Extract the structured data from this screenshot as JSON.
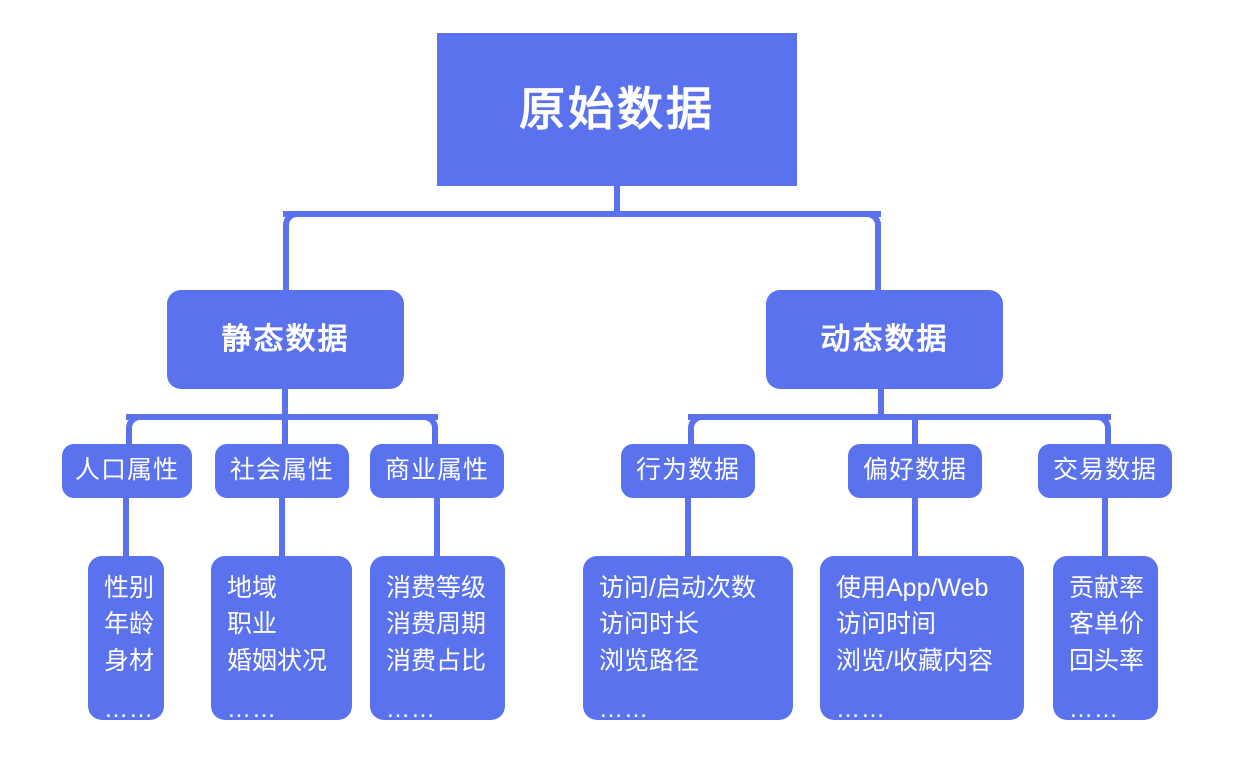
{
  "diagram": {
    "title": "原始数据",
    "accent_color": "#5a72ee",
    "text_color": "#ffffff",
    "background_color": "#ffffff",
    "root": {
      "label": "原始数据"
    },
    "branches": [
      {
        "label": "静态数据",
        "children": [
          {
            "label": "人口属性",
            "items": [
              "性别",
              "年龄",
              "身材"
            ],
            "ellipsis": "……"
          },
          {
            "label": "社会属性",
            "items": [
              "地域",
              "职业",
              "婚姻状况"
            ],
            "ellipsis": "……"
          },
          {
            "label": "商业属性",
            "items": [
              "消费等级",
              "消费周期",
              "消费占比"
            ],
            "ellipsis": "……"
          }
        ]
      },
      {
        "label": "动态数据",
        "children": [
          {
            "label": "行为数据",
            "items": [
              "访问/启动次数",
              "访问时长",
              "浏览路径"
            ],
            "ellipsis": "……"
          },
          {
            "label": "偏好数据",
            "items": [
              "使用App/Web",
              "访问时间",
              "浏览/收藏内容"
            ],
            "ellipsis": "……"
          },
          {
            "label": "交易数据",
            "items": [
              "贡献率",
              "客单价",
              "回头率"
            ],
            "ellipsis": "……"
          }
        ]
      }
    ]
  }
}
